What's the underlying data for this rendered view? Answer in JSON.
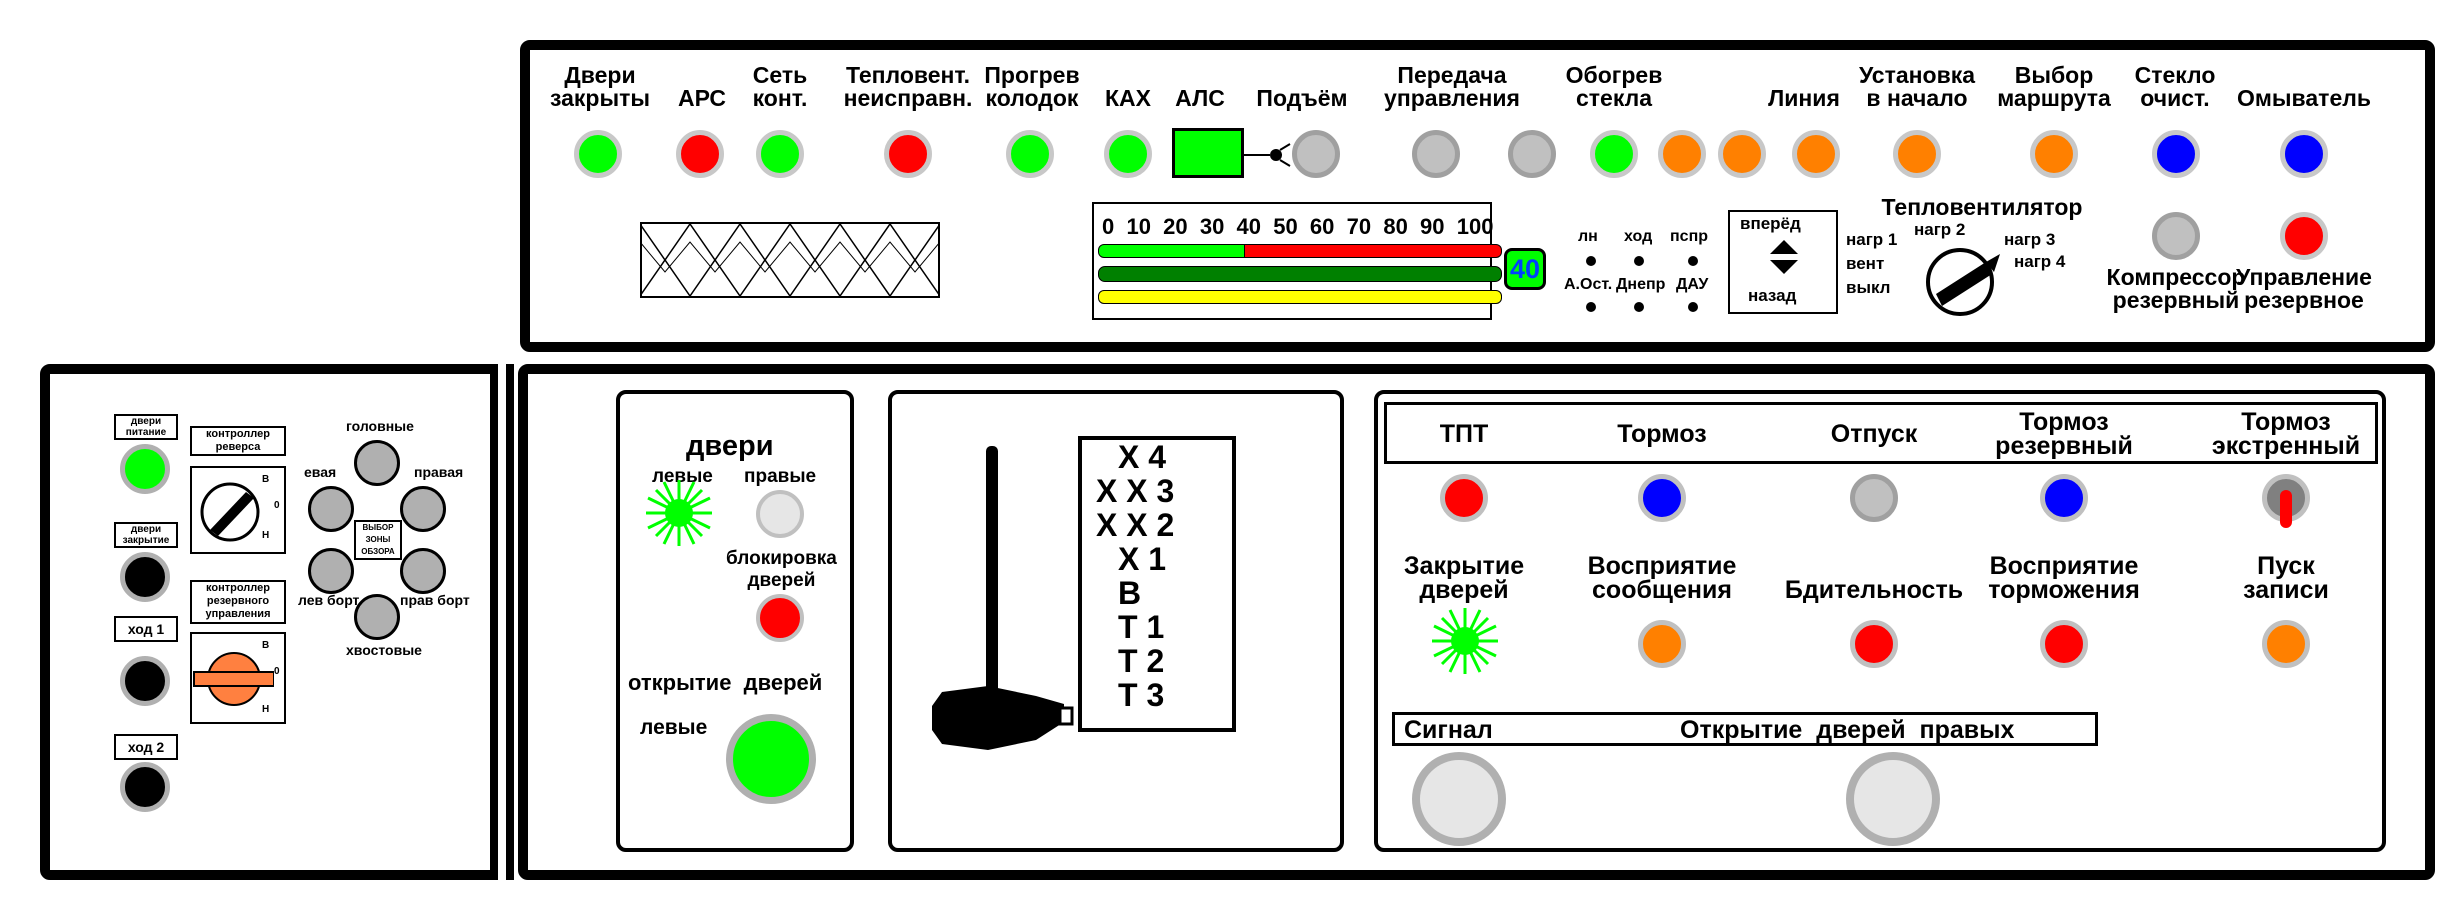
{
  "colors": {
    "green": "#00ff00",
    "red": "#ff0000",
    "blue": "#0000ff",
    "orange": "#ff8000",
    "gray": "#c0c0c0",
    "light": "#e6e6e6",
    "black": "#000000",
    "yellow": "#ffff00",
    "darkgreen": "#008000"
  },
  "top_panel": {
    "labels": {
      "doors_closed": "Двери\nзакрыты",
      "ars": "АРС",
      "net": "Сеть\nконт.",
      "heater_fault": "Тепловент.\nнеисправн.",
      "pad_heat": "Прогрев\nколодок",
      "kah": "КАХ",
      "als": "АЛС",
      "lift": "Подъём",
      "transfer": "Передача\nуправления",
      "glass_heat": "Обогрев\nстекла",
      "line": "Линия",
      "set_start": "Установка\nв начало",
      "route": "Выбор\nмаршрута",
      "wiper": "Стекло\nочист.",
      "washer": "Омыватель",
      "heater_title": "Тепловентилятор",
      "compressor": "Компрессор\nрезервный",
      "control_reserve": "Управление\nрезервное"
    },
    "speed_scale": "0  10  20  30  40  50  60  70  80  90  100",
    "speed_value": "40",
    "mode_labels": {
      "ln": "лн",
      "hod": "ход",
      "pspr": "пспр",
      "aost": "А.Ост.",
      "dnepr": "Днепр",
      "dau": "ДАУ"
    },
    "direction": {
      "forward": "вперёд",
      "back": "назад"
    },
    "heater_positions": {
      "n1": "нагр 1",
      "vent": "вент",
      "off": "выкл",
      "n2": "нагр 2",
      "n3": "нагр 3",
      "n4": "нагр 4"
    }
  },
  "left_panel": {
    "doors_power": "двери\nпитание",
    "doors_close": "двери\nзакрытие",
    "reverser": "контроллер\nреверса",
    "reserve_ctrl": "контроллер\nрезервного\nуправления",
    "hod1": "ход 1",
    "hod2": "ход 2",
    "mirror_title": "головные",
    "mirror_left": "евая",
    "mirror_right": "правая",
    "mirror_lb": "лев борт",
    "mirror_rb": "прав борт",
    "mirror_tail": "хвостовые",
    "zone": "ВЫБОР\nЗОНЫ\nОБЗОРА",
    "sw_v": "В",
    "sw_0": "0",
    "sw_n": "Н"
  },
  "doors_panel": {
    "title": "двери",
    "left": "левые",
    "right": "правые",
    "block": "блокировка\nдверей",
    "open": "открытие  дверей",
    "open_left": "левые"
  },
  "controller": {
    "positions": [
      "Х 4",
      "Х Х 3",
      "Х Х 2",
      "Х 1",
      "В",
      "Т 1",
      "Т 2",
      "Т 3"
    ]
  },
  "brake_panel": {
    "headers": [
      "ТПТ",
      "Тормоз",
      "Отпуск",
      "Тормоз\nрезервный",
      "Тормоз\nэкстренный"
    ],
    "row2": [
      "Закрытие\nдверей",
      "Восприятие\nсообщения",
      "Бдительность",
      "Восприятие\nторможения",
      "Пуск\nзаписи"
    ],
    "signal": "Сигнал",
    "open_right": "Открытие  дверей  правых"
  }
}
